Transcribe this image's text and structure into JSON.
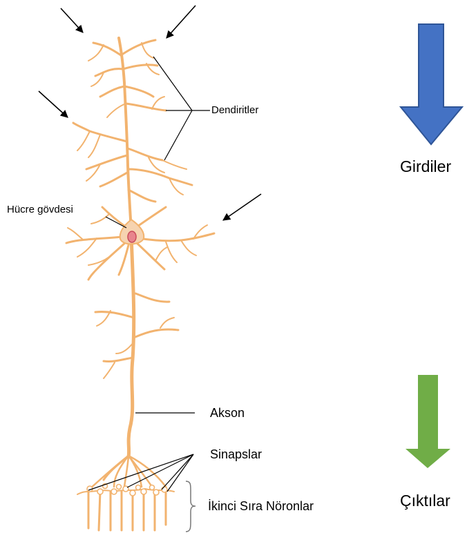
{
  "labels": {
    "dendrites": "Dendiritler",
    "cell_body": "Hücre gövdesi",
    "axon": "Akson",
    "synapses": "Sinapslar",
    "second_order": "İkinci Sıra Nöronlar",
    "inputs": "Girdiler",
    "outputs": "Çıktılar"
  },
  "colors": {
    "neuron": "#F2B36F",
    "nucleus": "#E8858D",
    "input_arrow": "#4472C4",
    "output_arrow": "#70AD47",
    "text": "#000000"
  },
  "icons": {
    "input_arrow": "arrow-down-icon",
    "output_arrow": "arrow-down-icon",
    "signal_arrow": "arrow-diagonal-icon"
  }
}
